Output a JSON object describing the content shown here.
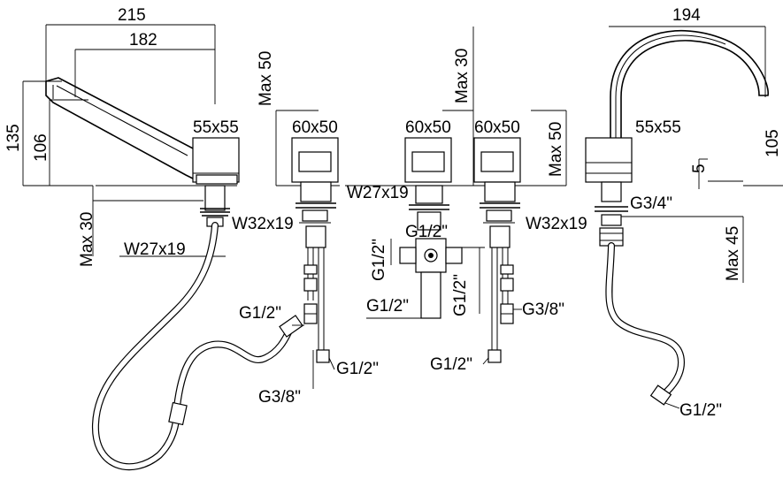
{
  "labels": {
    "d215": "215",
    "d182": "182",
    "d135": "135",
    "d106": "106",
    "d55a": "55x55",
    "max30_left": "Max 30",
    "w27_left": "W27x19",
    "max50_a": "Max 50",
    "d60_a": "60x50",
    "w32_a": "W32x19",
    "w27_mid": "W27x19",
    "max30_mid": "Max 30",
    "d60_b": "60x50",
    "d60_c": "60x50",
    "max50_b": "Max 50",
    "w32_b": "W32x19",
    "d194": "194",
    "d55b": "55x55",
    "d105": "105",
    "d5": "5",
    "g34": "G3/4\"",
    "max45": "Max 45",
    "g12_top": "G1/2\"",
    "g12_left": "G1/2\"",
    "g12_vert": "G1/2\"",
    "g12_bot": "G1/2\"",
    "g12_hose": "G1/2\"",
    "g38_left": "G3/8\"",
    "g12_valve_a": "G1/2\"",
    "g12_valve_b": "G1/2\"",
    "g38_right": "G3/8\"",
    "g12_right": "G1/2\""
  }
}
